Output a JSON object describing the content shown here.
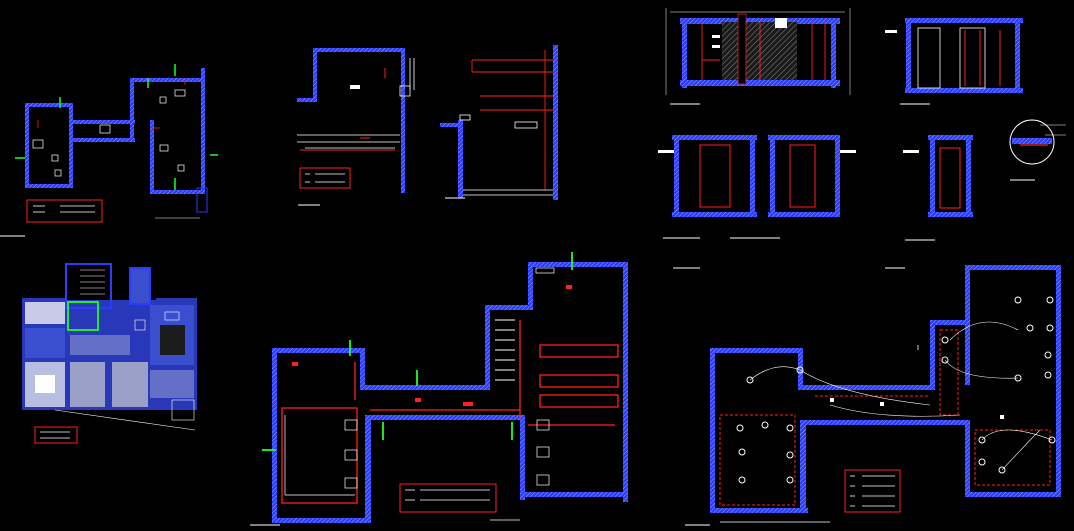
{
  "canvas": {
    "background": "#000000"
  },
  "colors": {
    "wall": "#2a3cff",
    "wall_hatch": "#9aa8ff",
    "red": "#ff2020",
    "white": "#ffffff",
    "green": "#20ff20",
    "yellow": "#ffff20",
    "gray": "#8a8a8a",
    "furniture": "#3a4fd0"
  },
  "sheets": [
    {
      "id": "plan-small-top-left"
    },
    {
      "id": "plan-room-top-mid"
    },
    {
      "id": "plan-corner-top-mid-right"
    },
    {
      "id": "section-top-1"
    },
    {
      "id": "section-top-2"
    },
    {
      "id": "section-mid-1"
    },
    {
      "id": "section-mid-2"
    },
    {
      "id": "section-mid-3"
    },
    {
      "id": "detail-circle"
    },
    {
      "id": "plan-layout-colored"
    },
    {
      "id": "plan-ceiling-center"
    },
    {
      "id": "plan-lighting-right"
    }
  ],
  "legend_boxes": [
    {
      "id": "legend-1"
    },
    {
      "id": "legend-2"
    },
    {
      "id": "legend-3"
    },
    {
      "id": "legend-4"
    },
    {
      "id": "legend-5"
    }
  ]
}
